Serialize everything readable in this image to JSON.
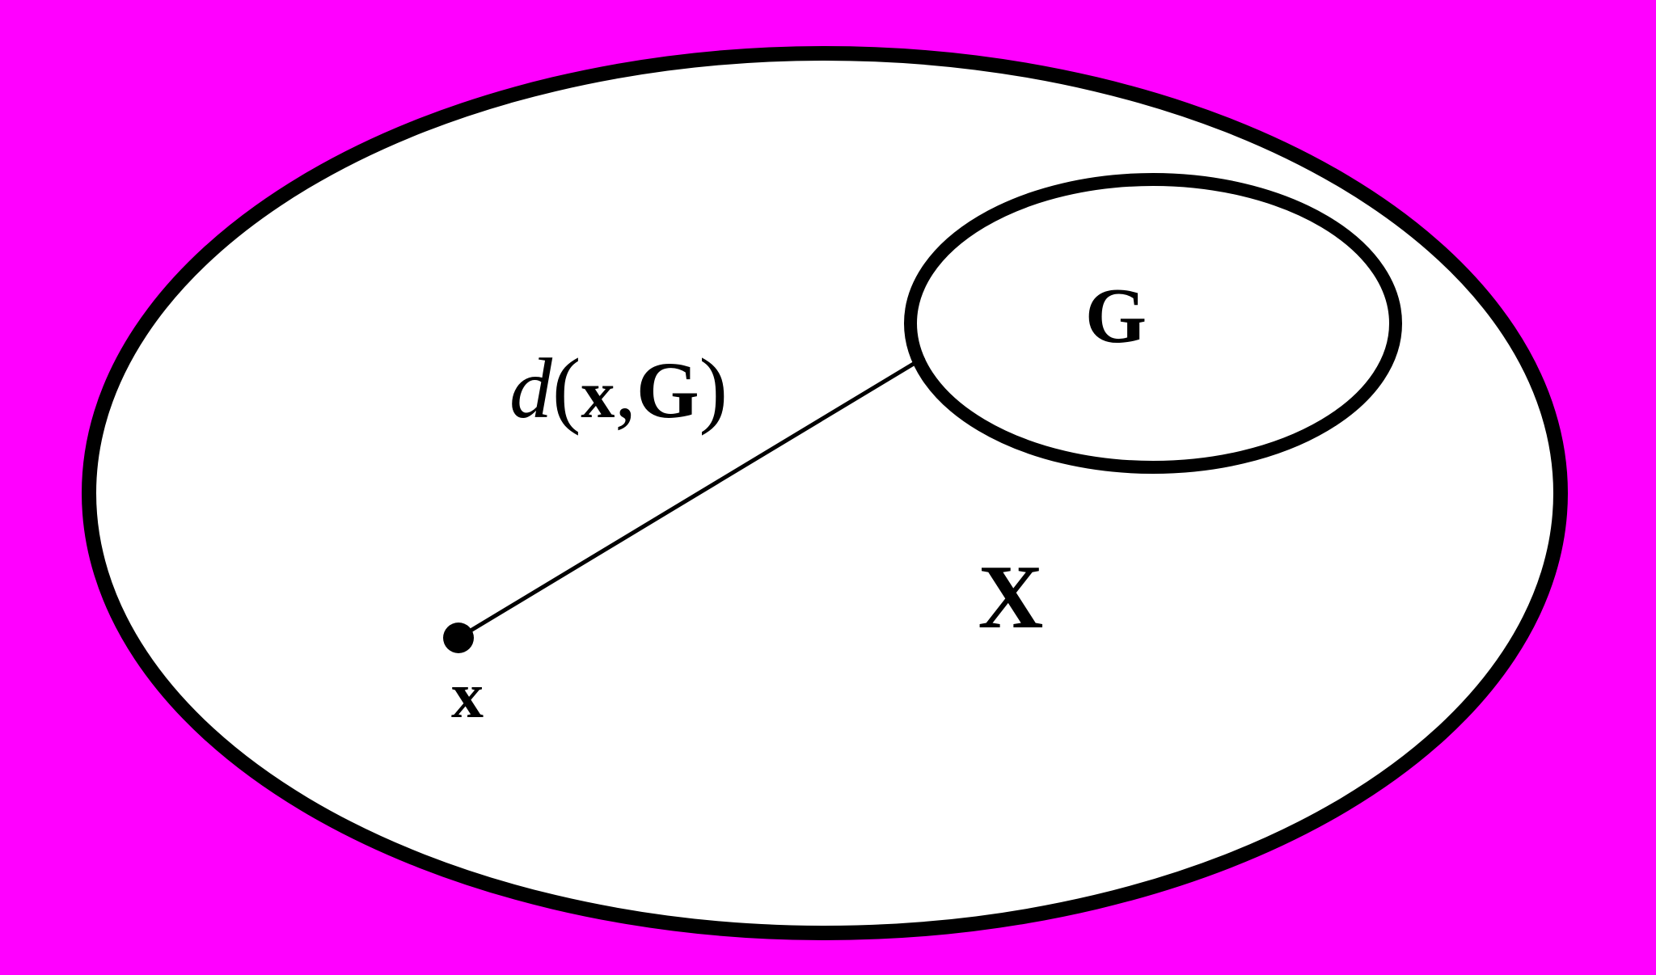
{
  "colors": {
    "background": "#FF00FF",
    "set_fill": "#FFFFFF",
    "stroke": "#000000"
  },
  "labels": {
    "outer_set": "X",
    "inner_set": "G",
    "point": "x",
    "distance_fn": "d",
    "paren_open": "(",
    "arg_point": "x",
    "comma": ",",
    "arg_set": "G",
    "paren_close": ")"
  }
}
